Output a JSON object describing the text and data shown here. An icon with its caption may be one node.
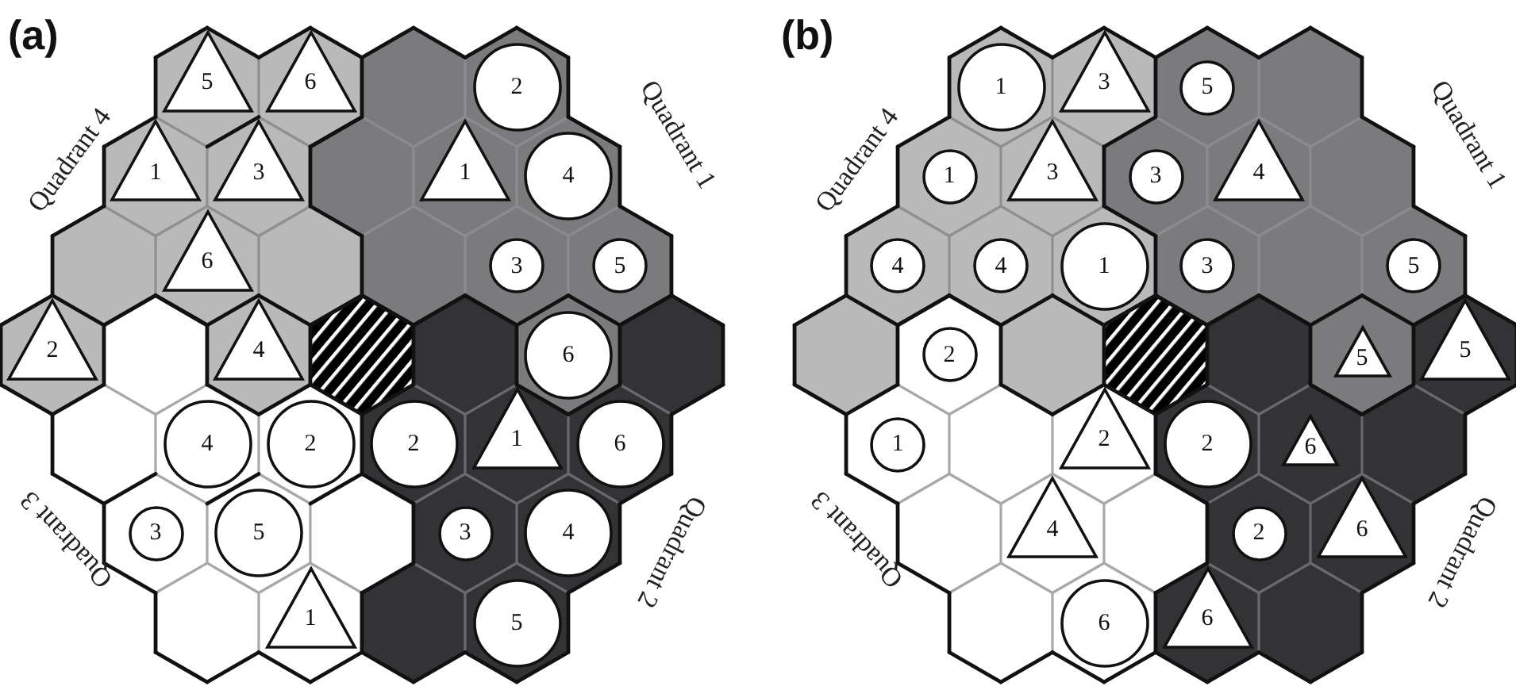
{
  "diagram": {
    "nodes": [
      {
        "text": [
          "5"
        ]
      },
      {
        "text": [
          "6"
        ]
      },
      {
        "text": [
          "2"
        ]
      },
      {
        "text": [
          "1"
        ]
      },
      {
        "text": [
          "3"
        ]
      },
      {
        "text": [
          "1"
        ]
      },
      {
        "text": [
          "4"
        ]
      },
      {
        "text": [
          "6"
        ]
      },
      {
        "text": [
          "3"
        ]
      },
      {
        "text": [
          "5"
        ]
      },
      {
        "text": [
          "2"
        ]
      },
      {
        "text": [
          "4"
        ]
      },
      {
        "text": [
          "6"
        ]
      },
      {
        "text": [
          "4"
        ]
      },
      {
        "text": [
          "2"
        ]
      },
      {
        "text": [
          "2"
        ]
      },
      {
        "text": [
          "1"
        ]
      },
      {
        "text": [
          "6"
        ]
      },
      {
        "text": [
          "3"
        ]
      },
      {
        "text": [
          "5"
        ]
      },
      {
        "text": [
          "3"
        ]
      },
      {
        "text": [
          "4"
        ]
      },
      {
        "text": [
          "1"
        ]
      },
      {
        "text": [
          "5"
        ]
      },
      {
        "text": [
          "1"
        ]
      },
      {
        "text": [
          "3"
        ]
      },
      {
        "text": [
          "5"
        ]
      },
      {
        "text": [
          "1"
        ]
      },
      {
        "text": [
          "3"
        ]
      },
      {
        "text": [
          "3"
        ]
      },
      {
        "text": [
          "4"
        ]
      },
      {
        "text": [
          "4"
        ]
      },
      {
        "text": [
          "4"
        ]
      },
      {
        "text": [
          "1"
        ]
      },
      {
        "text": [
          "3"
        ]
      },
      {
        "text": [
          "5"
        ]
      },
      {
        "text": [
          "2"
        ]
      },
      {
        "text": [
          "5"
        ]
      },
      {
        "text": [
          "5"
        ]
      },
      {
        "text": [
          "1"
        ]
      },
      {
        "text": [
          "2"
        ]
      },
      {
        "text": [
          "2"
        ]
      },
      {
        "text": [
          "6"
        ]
      },
      {
        "text": [
          "4"
        ]
      },
      {
        "text": [
          "2"
        ]
      },
      {
        "text": [
          "6"
        ]
      },
      {
        "text": [
          "6"
        ]
      },
      {
        "text": [
          "6"
        ]
      }
    ],
    "labels": [
      "(a)",
      "Quadrant 4",
      "Quadrant 1",
      "Quadrant 3",
      "Quadrant 2",
      "(b)",
      "Quadrant 4",
      "Quadrant 1",
      "Quadrant 3",
      "Quadrant 2"
    ]
  }
}
